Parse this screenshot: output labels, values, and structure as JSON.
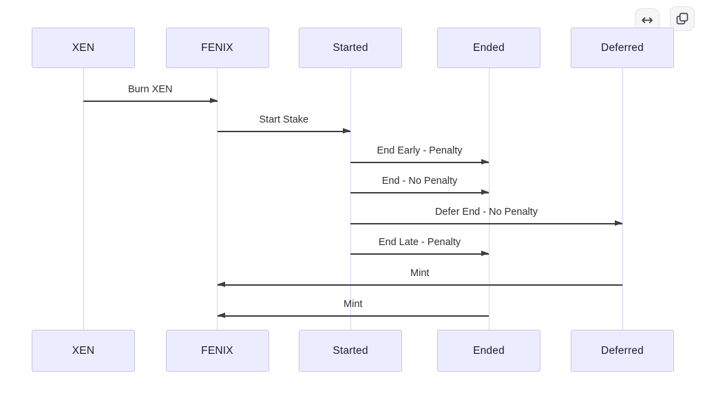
{
  "toolbar": {
    "resize_button": {
      "icon": "↔",
      "name": "resize-horizontal"
    },
    "copy_button": {
      "icon": "copy",
      "name": "copy"
    }
  },
  "diagram": {
    "type": "sequence",
    "actors": [
      "XEN",
      "FENIX",
      "Started",
      "Ended",
      "Deferred"
    ],
    "messages": [
      {
        "from": "XEN",
        "to": "FENIX",
        "label": "Burn XEN"
      },
      {
        "from": "FENIX",
        "to": "Started",
        "label": "Start Stake"
      },
      {
        "from": "Started",
        "to": "Ended",
        "label": "End Early - Penalty"
      },
      {
        "from": "Started",
        "to": "Ended",
        "label": "End - No Penalty"
      },
      {
        "from": "Started",
        "to": "Deferred",
        "label": "Defer End - No Penalty"
      },
      {
        "from": "Started",
        "to": "Ended",
        "label": "End Late - Penalty"
      },
      {
        "from": "Deferred",
        "to": "FENIX",
        "label": "Mint"
      },
      {
        "from": "Ended",
        "to": "FENIX",
        "label": "Mint"
      }
    ],
    "colors": {
      "actor_fill": "#ECECFF",
      "actor_border": "#C9C3EA",
      "lifeline": "#D8D2F0",
      "arrow": "#3D3D42",
      "text": "#2F2F33"
    }
  }
}
